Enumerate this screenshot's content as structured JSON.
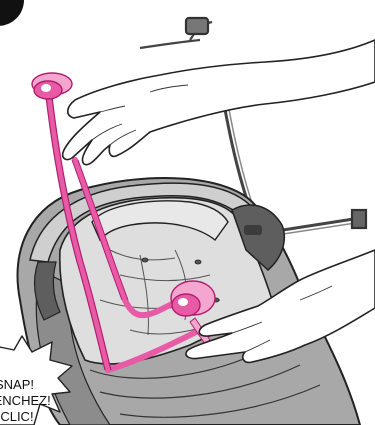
{
  "callout": {
    "line1": "SNAP!",
    "line2": "CLENCHEZ!",
    "line3": "¡CLIC!"
  },
  "colors": {
    "accent_pink": "#e85aa6",
    "pink_fill": "#f4a6cf",
    "fabric_gray": "#d9d9d9",
    "shell_dark": "#8a8a8a",
    "outline": "#222222"
  }
}
